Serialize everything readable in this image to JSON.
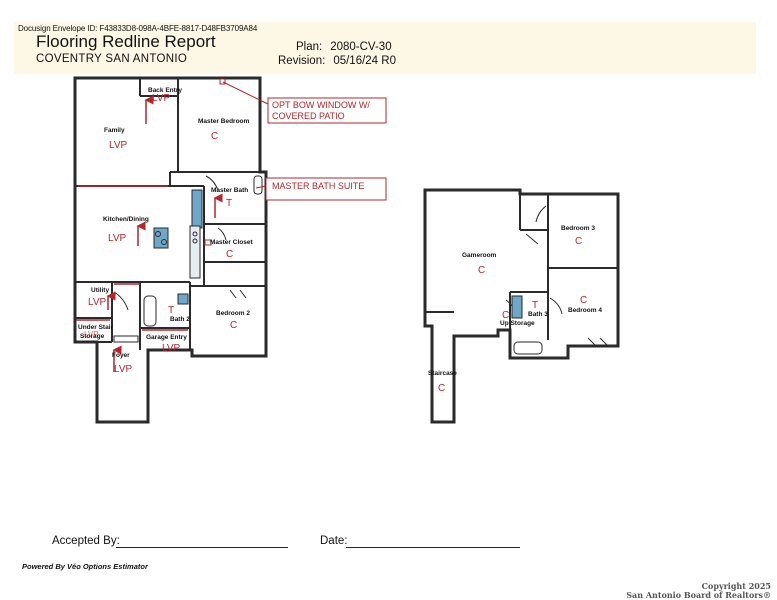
{
  "header": {
    "envelope_id": "Docusign Envelope ID: F43833D8-098A-4BFE-8817-D48FB3709A84",
    "title": "Flooring Redline Report",
    "community": "COVENTRY SAN ANTONIO",
    "plan_label": "Plan:",
    "plan_value": "2080-CV-30",
    "revision_label": "Revision:",
    "revision_value": "05/16/24 R0"
  },
  "first_floor": {
    "rooms": {
      "back_entry": "Back Entry",
      "family": "Family",
      "master_bedroom": "Master Bedroom",
      "master_bath": "Master Bath",
      "kitchen_dining": "Kitchen/Dining",
      "master_closet": "Master Closet",
      "utility": "Utility",
      "under_stair_storage_1": "Under Stair",
      "under_stair_storage_2": "Storage",
      "bath2": "Bath 2",
      "garage_entry": "Garage Entry",
      "bedroom2": "Bedroom 2",
      "foyer": "Foyer"
    },
    "floor_codes": {
      "back_entry": "LVP",
      "family": "LVP",
      "master_bedroom": "C",
      "master_bath": "T",
      "kitchen_dining": "LVP",
      "master_closet": "C",
      "utility": "LVP",
      "under_stair": "LVP",
      "bath2": "T",
      "garage_entry": "LVP",
      "bedroom2": "C",
      "foyer": "LVP"
    },
    "callouts": {
      "bow_window": "OPT BOW WINDOW W/ COVERED PATIO",
      "master_suite": "MASTER BATH SUITE"
    }
  },
  "second_floor": {
    "rooms": {
      "gameroom": "Gameroom",
      "bedroom3": "Bedroom 3",
      "bedroom4": "Bedroom 4",
      "bath3": "Bath 3",
      "up_storage": "Up Storage",
      "staircase": "Staircase"
    },
    "floor_codes": {
      "gameroom": "C",
      "bedroom3": "C",
      "bedroom4": "C",
      "bath3": "T",
      "up_storage": "C",
      "staircase": "C"
    }
  },
  "footer": {
    "accepted_by_label": "Accepted By:",
    "date_label": "Date:",
    "powered_by": "Powered By Véo Options Estimator",
    "copyright_line1": "Copyright 2025",
    "copyright_line2": "San Antonio Board of Realtors®"
  },
  "colors": {
    "wall": "#2a2a2a",
    "redline": "#b3262b",
    "header_band": "#fdf7e6",
    "fixture_blue": "#6fa7c9"
  }
}
